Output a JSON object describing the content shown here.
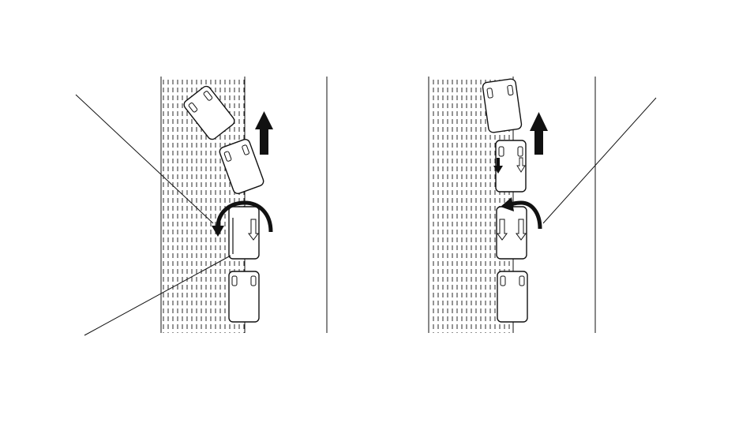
{
  "colors": {
    "ink": "#111111",
    "paper": "#ffffff"
  },
  "panels": [
    {
      "vehicles": [
        "car-top-1",
        "car-top-2",
        "car-turning",
        "car-bottom"
      ],
      "arrows": [
        "forward-arrow",
        "u-turn-arrow"
      ],
      "callouts": [
        "callout-line-upper",
        "callout-line-lower"
      ]
    },
    {
      "vehicles": [
        "car-top-1",
        "car-top-2",
        "car-turning",
        "car-bottom"
      ],
      "arrows": [
        "forward-arrow",
        "u-turn-arrow"
      ],
      "callouts": [
        "callout-line-right"
      ]
    }
  ]
}
